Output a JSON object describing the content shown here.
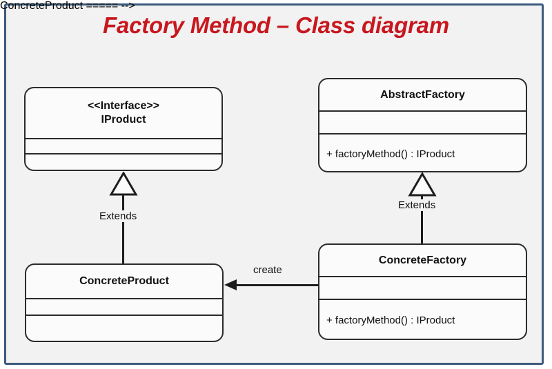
{
  "diagram": {
    "title": "Factory Method – Class diagram",
    "type": "uml-class-diagram",
    "colors": {
      "frame_border": "#3c5a7d",
      "background": "#f2f2f2",
      "title_text": "#c8171e",
      "box_border": "#2b2b2b",
      "box_fill": "#fbfbfb",
      "line": "#1d1d1d"
    },
    "classes": [
      {
        "id": "iproduct",
        "stereotype": "<<Interface>>",
        "name": "IProduct",
        "attributes": [],
        "operations": []
      },
      {
        "id": "abstractfactory",
        "stereotype": "",
        "name": "AbstractFactory",
        "attributes": [],
        "operations": [
          "+ factoryMethod() : IProduct"
        ]
      },
      {
        "id": "concreteproduct",
        "stereotype": "",
        "name": "ConcreteProduct",
        "attributes": [],
        "operations": []
      },
      {
        "id": "concretefactory",
        "stereotype": "",
        "name": "ConcreteFactory",
        "attributes": [],
        "operations": [
          "+ factoryMethod() : IProduct"
        ]
      }
    ],
    "relationships": [
      {
        "id": "rel-product-extends",
        "kind": "generalization",
        "label": "Extends",
        "from": "ConcreteProduct",
        "to": "IProduct"
      },
      {
        "id": "rel-factory-extends",
        "kind": "generalization",
        "label": "Extends",
        "from": "ConcreteFactory",
        "to": "AbstractFactory"
      },
      {
        "id": "rel-create",
        "kind": "association",
        "label": "create",
        "from": "ConcreteFactory",
        "to": "ConcreteProduct"
      }
    ]
  }
}
